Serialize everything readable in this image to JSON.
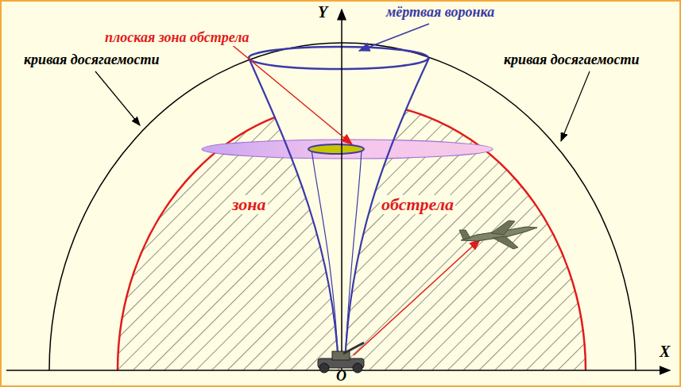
{
  "diagram": {
    "labels": [
      "плоская зона обстрела",
      "мёртвая воронка",
      "Y",
      "кривая досягаемости",
      "кривая досягаемости",
      "зона",
      "обстрела",
      "X",
      "O"
    ]
  }
}
